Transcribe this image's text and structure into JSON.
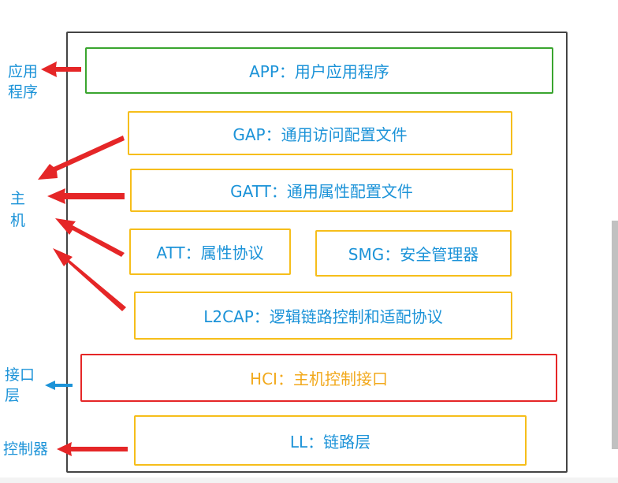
{
  "layers": {
    "app": "APP：用户应用程序",
    "gap": "GAP：通用访问配置文件",
    "gatt": "GATT：通用属性配置文件",
    "att": "ATT：属性协议",
    "smg": "SMG：安全管理器",
    "l2cap": "L2CAP：逻辑链路控制和适配协议",
    "hci": "HCI：主机控制接口",
    "ll": "LL：链路层"
  },
  "side_labels": {
    "app_line1": "应用",
    "app_line2": "程序",
    "host_line1": "主",
    "host_line2": "机",
    "interface_line1": "接口",
    "interface_line2": "层",
    "controller": "控制器"
  },
  "colors": {
    "text": "#1c93d8",
    "app_border": "#3aa52f",
    "layer_border": "#f6be1a",
    "hci_border": "#e52627",
    "hci_text": "#f2a91c",
    "arrow_red": "#e52627",
    "arrow_blue": "#1c93d8"
  }
}
